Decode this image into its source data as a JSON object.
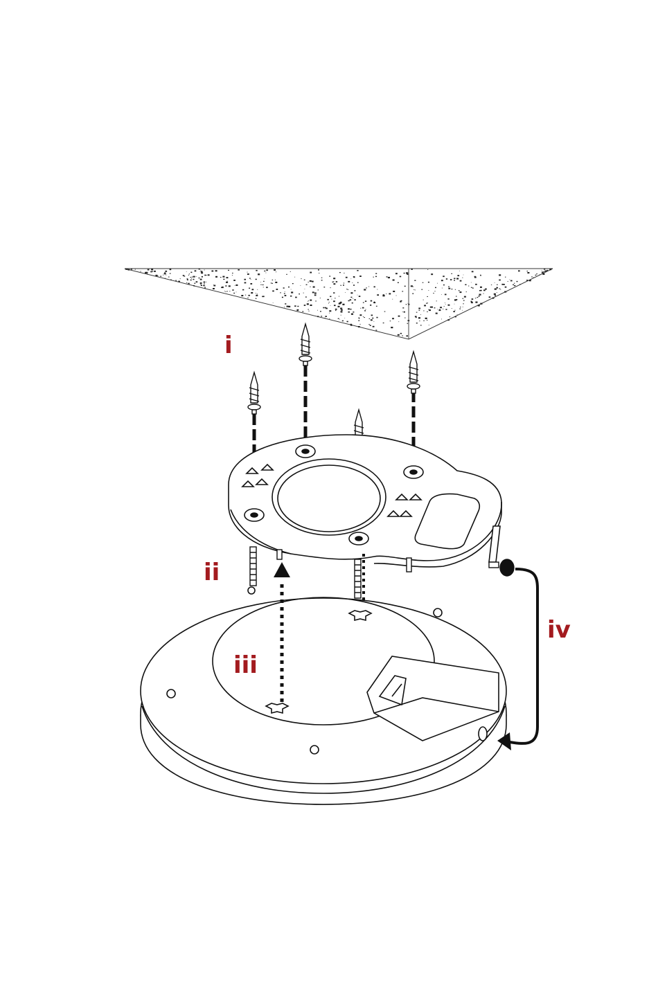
{
  "steps": {
    "i": "i",
    "ii": "ii",
    "iii": "iii",
    "iv": "iv"
  },
  "colors": {
    "step_label": "#a31b1f",
    "line": "#1a1a1a",
    "ceiling_speckle": "#222222"
  },
  "icons": {
    "ceiling": "ceiling-surface-icon",
    "screw": "wood-screw-icon",
    "bracket": "mounting-bracket-icon",
    "device": "access-point-base-icon",
    "thumbscrew": "thumb-screw-icon"
  }
}
